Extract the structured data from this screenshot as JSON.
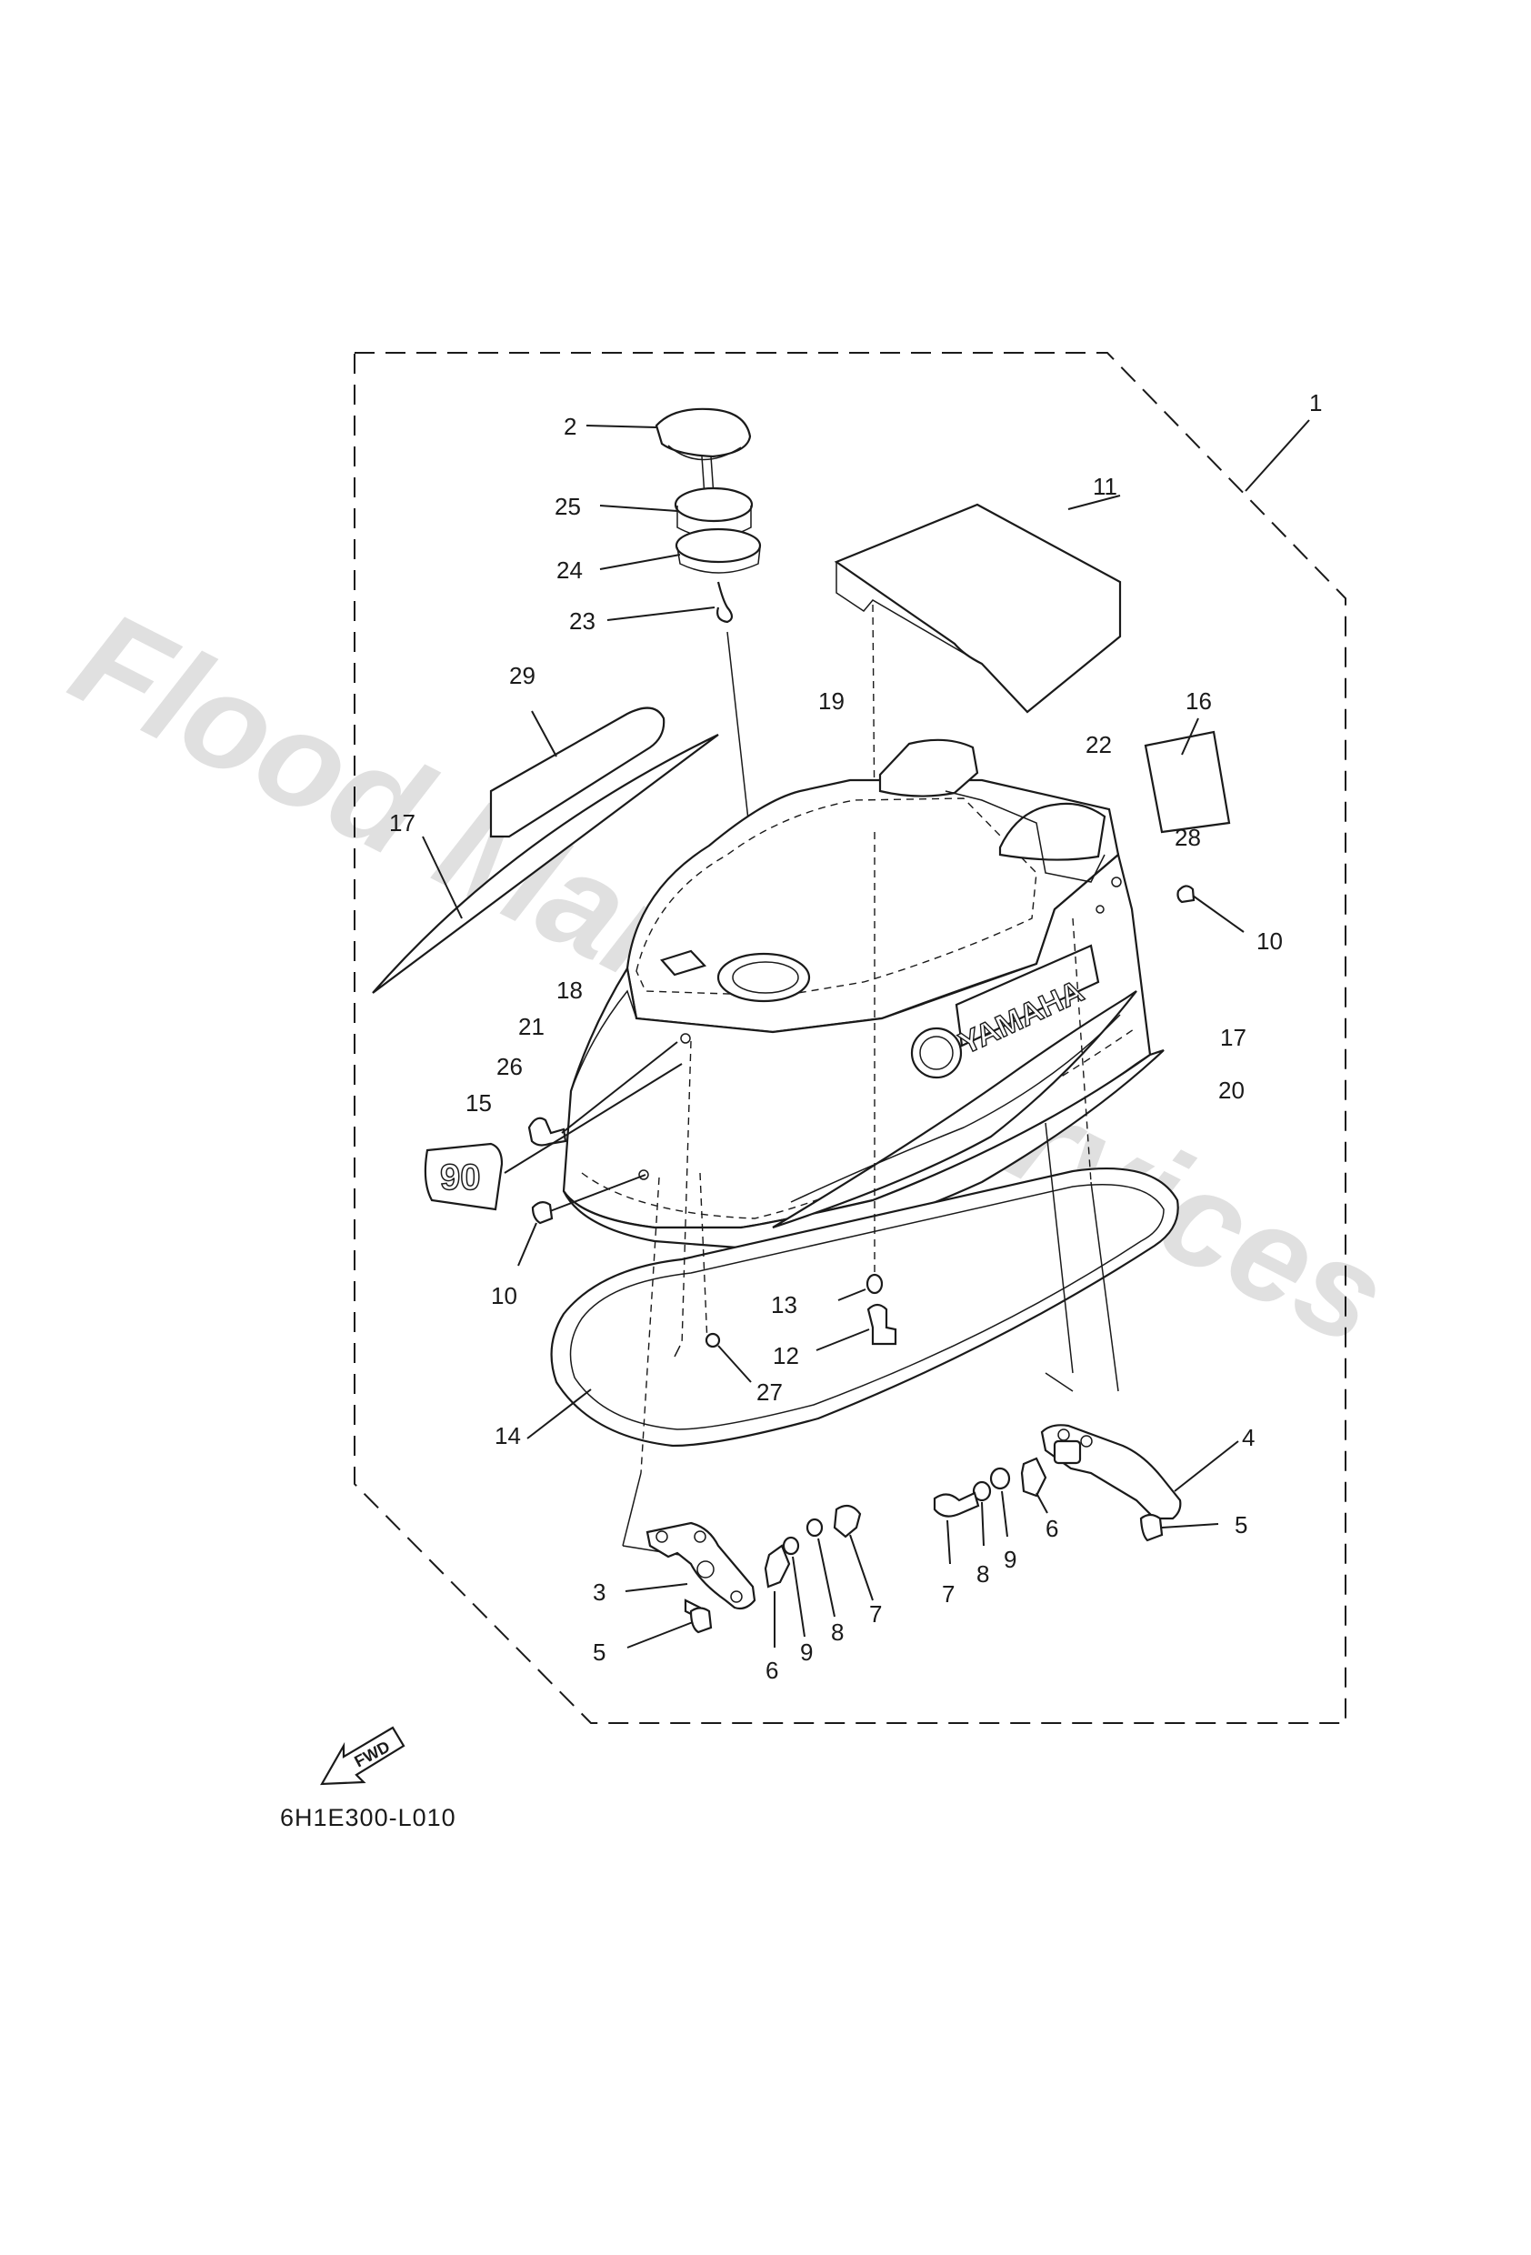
{
  "diagram": {
    "drawing_code": "6H1E300-L010",
    "fwd_label": "FWD",
    "brand_mark": "YAMAHA",
    "model_badge": "90",
    "watermark": "Flood Marine Services"
  },
  "callouts": [
    {
      "id": "c1",
      "label": "1"
    },
    {
      "id": "c2",
      "label": "2"
    },
    {
      "id": "c25",
      "label": "25"
    },
    {
      "id": "c24",
      "label": "24"
    },
    {
      "id": "c23",
      "label": "23"
    },
    {
      "id": "c11",
      "label": "11"
    },
    {
      "id": "c29",
      "label": "29"
    },
    {
      "id": "c19",
      "label": "19"
    },
    {
      "id": "c16",
      "label": "16"
    },
    {
      "id": "c22",
      "label": "22"
    },
    {
      "id": "c17a",
      "label": "17"
    },
    {
      "id": "c28",
      "label": "28"
    },
    {
      "id": "c10a",
      "label": "10"
    },
    {
      "id": "c18",
      "label": "18"
    },
    {
      "id": "c21",
      "label": "21"
    },
    {
      "id": "c17b",
      "label": "17"
    },
    {
      "id": "c26",
      "label": "26"
    },
    {
      "id": "c15",
      "label": "15"
    },
    {
      "id": "c20",
      "label": "20"
    },
    {
      "id": "c10b",
      "label": "10"
    },
    {
      "id": "c13",
      "label": "13"
    },
    {
      "id": "c12",
      "label": "12"
    },
    {
      "id": "c27",
      "label": "27"
    },
    {
      "id": "c14",
      "label": "14"
    },
    {
      "id": "c4",
      "label": "4"
    },
    {
      "id": "c5a",
      "label": "5"
    },
    {
      "id": "c6a",
      "label": "6"
    },
    {
      "id": "c7a",
      "label": "7"
    },
    {
      "id": "c8a",
      "label": "8"
    },
    {
      "id": "c9a",
      "label": "9"
    },
    {
      "id": "c3",
      "label": "3"
    },
    {
      "id": "c9b",
      "label": "9"
    },
    {
      "id": "c8b",
      "label": "8"
    },
    {
      "id": "c7b",
      "label": "7"
    },
    {
      "id": "c6b",
      "label": "6"
    },
    {
      "id": "c5b",
      "label": "5"
    }
  ]
}
